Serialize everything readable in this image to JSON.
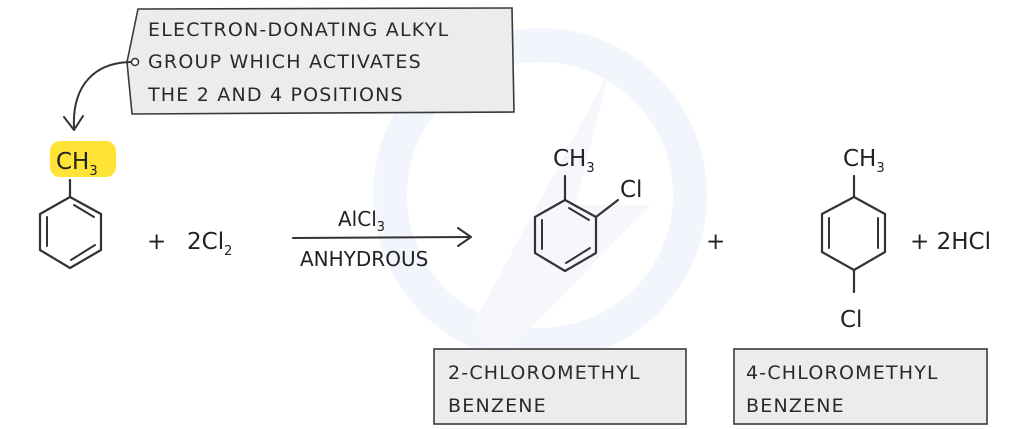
{
  "annotation": {
    "lines": [
      "ELECTRON-DONATING ALKYL",
      "GROUP WHICH ACTIVATES",
      "THE 2 AND 4 POSITIONS"
    ]
  },
  "reactant": {
    "group": "CH",
    "group_sub": "3",
    "highlight_color": "#ffe437"
  },
  "plus1": "+",
  "reagent": {
    "coef": "2Cl",
    "sub": "2"
  },
  "conditions": {
    "catalyst": "AlCl",
    "catalyst_sub": "3",
    "solvent": "ANHYDROUS"
  },
  "product1": {
    "methyl": "CH",
    "methyl_sub": "3",
    "substituent": "Cl",
    "name_lines": [
      "2-CHLOROMETHYL",
      "BENZENE"
    ]
  },
  "plus2": "+",
  "product2": {
    "methyl": "CH",
    "methyl_sub": "3",
    "substituent": "Cl",
    "name_lines": [
      "4-CHLOROMETHYL",
      "BENZENE"
    ]
  },
  "byproduct": "+ 2HCl",
  "colors": {
    "ink": "#222222",
    "box_fill": "#ececec",
    "highlight": "#ffe437",
    "watermark": "#eef2fa"
  }
}
